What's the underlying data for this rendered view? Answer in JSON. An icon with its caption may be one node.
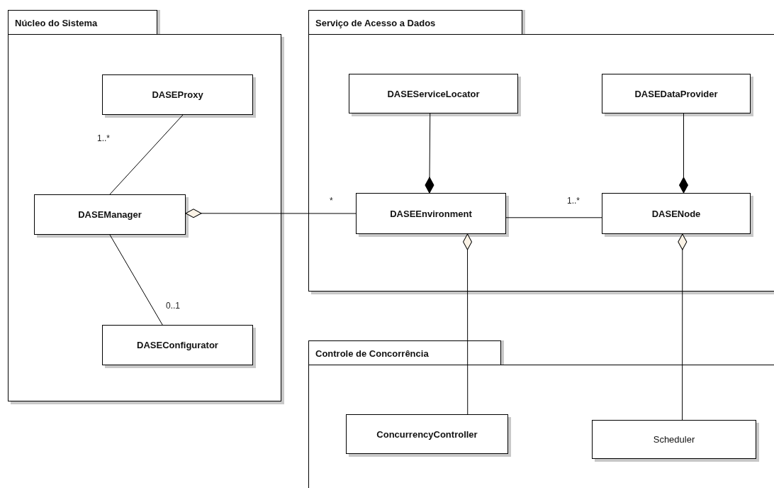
{
  "diagram": {
    "nodes": [
      {
        "text": [
          "Núcleo do Sistema"
        ]
      },
      {
        "text": [
          "DASEProxy"
        ],
        "in": 0
      },
      {
        "text": [
          "DASEManager"
        ],
        "in": 0
      },
      {
        "text": [
          "DASEConfigurator"
        ],
        "in": 0
      },
      {
        "text": [
          "Serviço de Acesso a Dados"
        ]
      },
      {
        "text": [
          "DASEServiceLocator"
        ],
        "in": 4
      },
      {
        "text": [
          "DASEDataProvider"
        ],
        "in": 4
      },
      {
        "text": [
          "DASEEnvironment"
        ],
        "in": 4
      },
      {
        "text": [
          "DASENode"
        ],
        "in": 4
      },
      {
        "text": [
          "Controle de Concorrência"
        ]
      },
      {
        "text": [
          "ConcurrencyController"
        ],
        "in": 9
      },
      {
        "text": [
          "Scheduler"
        ],
        "in": 9
      }
    ],
    "edges": [
      {
        "from": 2,
        "to": 1,
        "arrow": "none",
        "label": "1..*"
      },
      {
        "from": 2,
        "to": 3,
        "arrow": "none",
        "label": "0..1"
      },
      {
        "from": 7,
        "to": 2,
        "arrow": "other",
        "label": "*"
      },
      {
        "from": 5,
        "to": 7,
        "arrow": "other"
      },
      {
        "from": 7,
        "to": 8,
        "arrow": "none",
        "label": "1..*"
      },
      {
        "from": 6,
        "to": 8,
        "arrow": "other"
      },
      {
        "from": 10,
        "to": 7,
        "arrow": "other"
      },
      {
        "from": 11,
        "to": 8,
        "arrow": "other"
      }
    ]
  }
}
